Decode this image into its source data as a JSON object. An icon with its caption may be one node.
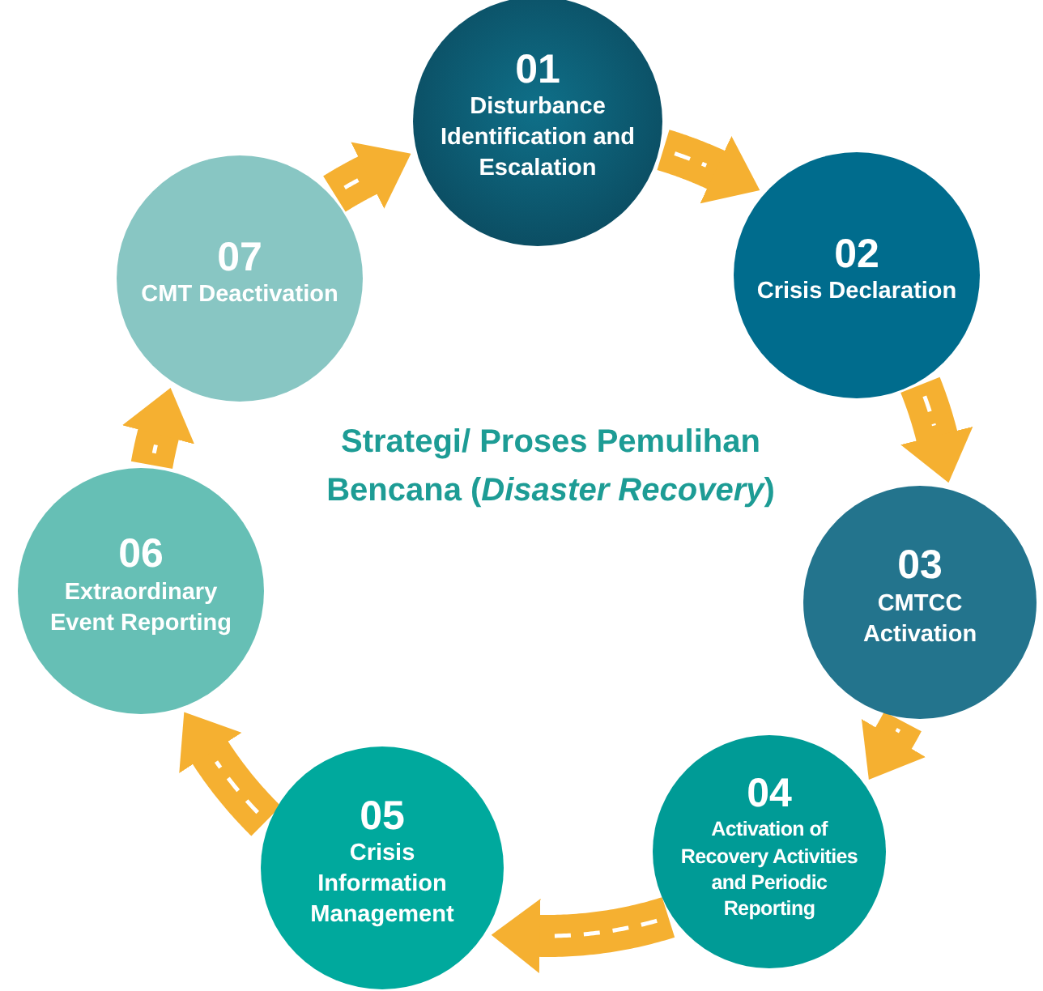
{
  "diagram": {
    "title": "Strategi/ Proses Pemulihan Bencana (*Disaster Recovery*)",
    "nodes": [
      {
        "text": [
          "01",
          "Disturbance Identification and Escalation"
        ]
      },
      {
        "text": [
          "02",
          "Crisis Declaration"
        ]
      },
      {
        "text": [
          "03",
          "CMTCC Activation"
        ]
      },
      {
        "text": [
          "04",
          "Activation of Recovery Activities and Periodic Reporting"
        ]
      },
      {
        "text": [
          "05",
          "Crisis Information Management"
        ]
      },
      {
        "text": [
          "06",
          "Extraordinary Event Reporting"
        ]
      },
      {
        "text": [
          "07",
          "CMT Deactivation"
        ]
      }
    ],
    "edges": [
      {
        "from": 0,
        "to": 1,
        "arrow": "to"
      },
      {
        "from": 1,
        "to": 2,
        "arrow": "to"
      },
      {
        "from": 2,
        "to": 3,
        "arrow": "to"
      },
      {
        "from": 3,
        "to": 4,
        "arrow": "to"
      },
      {
        "from": 4,
        "to": 5,
        "arrow": "to"
      },
      {
        "from": 5,
        "to": 6,
        "arrow": "to"
      },
      {
        "from": 6,
        "to": 0,
        "arrow": "to"
      }
    ]
  }
}
